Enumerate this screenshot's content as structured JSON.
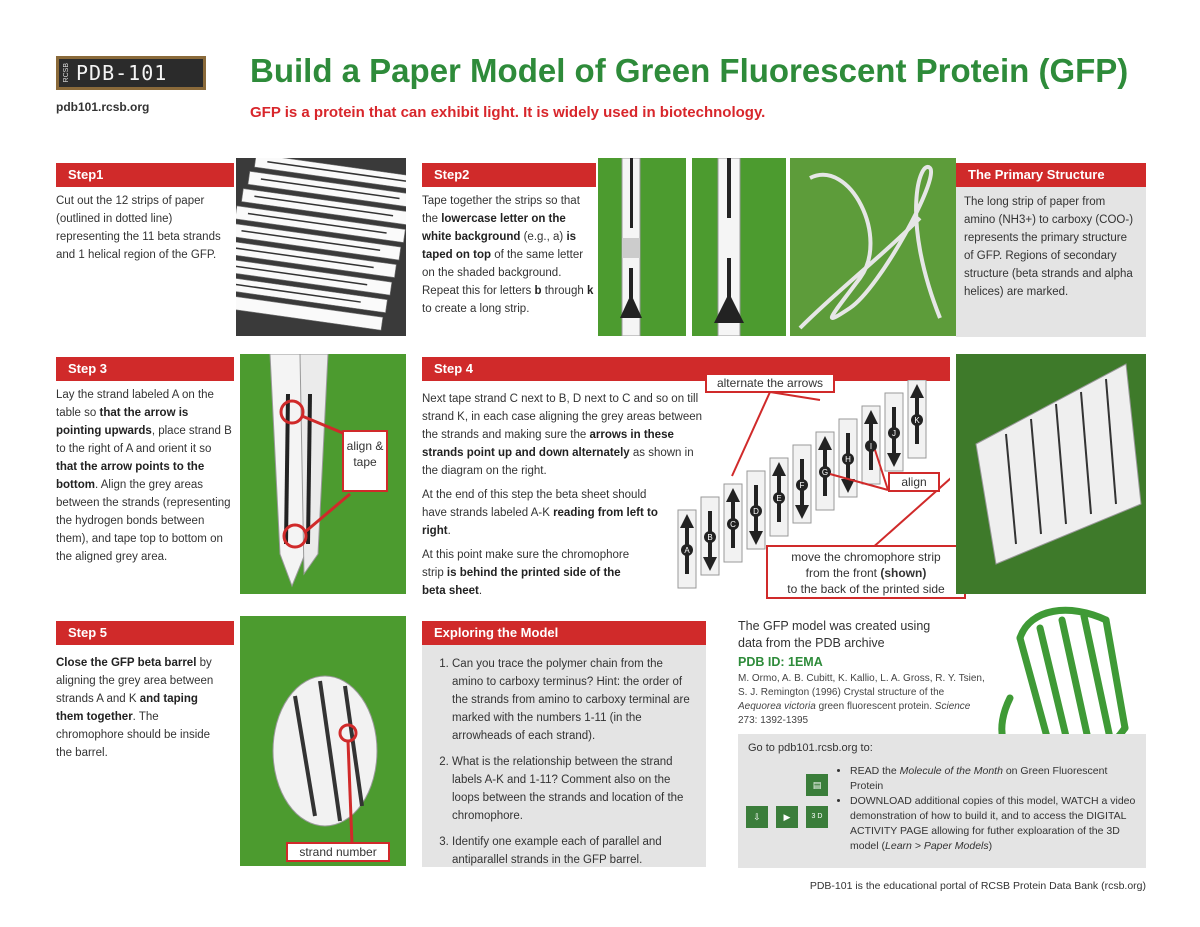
{
  "header": {
    "logo_text": "PDB-101",
    "logo_small": "RCSB",
    "url": "pdb101.rcsb.org",
    "title": "Build a Paper Model of Green Fluorescent Protein (GFP)",
    "subtitle": "GFP is a protein that can exhibit light. It is widely used in biotechnology."
  },
  "step1": {
    "heading": "Step1",
    "text": "Cut out the 12 strips of paper (outlined in dotted line) representing the 11 beta strands and 1 helical region of the GFP."
  },
  "step2": {
    "heading": "Step2",
    "t1": "Tape together the strips so that the ",
    "b1": "lowercase letter on the white background",
    "t2": " (e.g., a) ",
    "b2": "is taped on top",
    "t3": " of the same letter on the shaded background. Repeat this for letters ",
    "b3": "b",
    "t4": " through ",
    "b4": "k",
    "t5": " to create a long strip."
  },
  "primary": {
    "heading": "The Primary Structure",
    "text": "The long strip of paper from amino (NH3+) to carboxy (COO-) represents the primary structure of GFP. Regions of secondary structure (beta strands and alpha helices) are marked."
  },
  "step3": {
    "heading": "Step 3",
    "t1": "Lay the strand labeled A on the table so ",
    "b1": "that the arrow is pointing upwards",
    "t2": ", place strand B to the right of A and orient it so ",
    "b2": "that the arrow points to the bottom",
    "t3": ". Align the grey areas between the strands (representing the hydrogen bonds between them), and tape top to bottom on the aligned grey area.",
    "callout": "align & tape"
  },
  "step4": {
    "heading": "Step 4",
    "p1a": "Next tape strand C next to B, D next to C and so on till strand K, in each case aligning the grey areas between the strands and making sure the ",
    "p1b": "arrows in these strands point up and down alternately",
    "p1c": " as shown in the diagram on the right.",
    "p2a": "At the end of this step the beta sheet should have strands labeled A-K ",
    "p2b": "reading from left to right",
    "p2c": ".",
    "p3a": "At this point make sure the chromophore strip ",
    "p3b": "is behind the printed side of the beta sheet",
    "p3c": ".",
    "callout_alternate": "alternate the arrows",
    "callout_align": "align",
    "callout_move_1": "move the chromophore strip",
    "callout_move_2a": "from the front ",
    "callout_move_2b": "(shown)",
    "callout_move_3": "to the back of the printed side",
    "strand_labels": [
      "A",
      "B",
      "C",
      "D",
      "E",
      "F",
      "G",
      "H",
      "I",
      "J",
      "K"
    ]
  },
  "step5": {
    "heading": "Step 5",
    "b1": "Close the GFP beta barrel",
    "t1": " by aligning the grey area between strands A and K ",
    "b2": "and taping them together",
    "t2": ". The chromophore should be inside the barrel.",
    "callout": "strand number"
  },
  "explore": {
    "heading": "Exploring the Model",
    "items": [
      "Can you trace the polymer chain from the amino to carboxy terminus? Hint: the order of the strands from amino to carboxy terminal are marked with the numbers 1-11 (in the arrowheads of each strand).",
      "What is the relationship between the strand labels A-K and 1-11? Comment also on the loops between the strands and location of the chromophore.",
      "Identify one example each of parallel and antiparallel strands in the GFP barrel."
    ]
  },
  "citation": {
    "intro": "The GFP model was created using data from the PDB archive",
    "pdb_id": "PDB ID: 1EMA",
    "ref1": "M. Ormo, A. B. Cubitt, K. Kallio, L. A. Gross, R. Y. Tsien, S. J. Remington (1996) Crystal structure of the ",
    "ref_italic": "Aequorea victoria",
    "ref2": " green fluorescent protein. ",
    "ref_journal": "Science",
    "ref3": " 273: 1392-1395"
  },
  "links": {
    "goto": "Go to pdb101.rcsb.org to:",
    "b1a": "READ the ",
    "b1i": "Molecule of the Month",
    "b1b": " on Green Fluorescent Protein",
    "b2": "DOWNLOAD additional copies of this model, WATCH a video demonstration of how to build it, and to access the DIGITAL ACTIVITY PAGE allowing for futher exploaration of the 3D model (",
    "b2i": "Learn > Paper Models",
    "b2c": ")",
    "icon_3d": "3 D"
  },
  "footer": "PDB-101 is the educational portal of RCSB Protein Data Bank (rcsb.org)",
  "colors": {
    "accent_red": "#d02a2a",
    "title_green": "#2e8b3a",
    "photo_green": "#4c9b2f",
    "panel_grey": "#e4e4e4"
  }
}
